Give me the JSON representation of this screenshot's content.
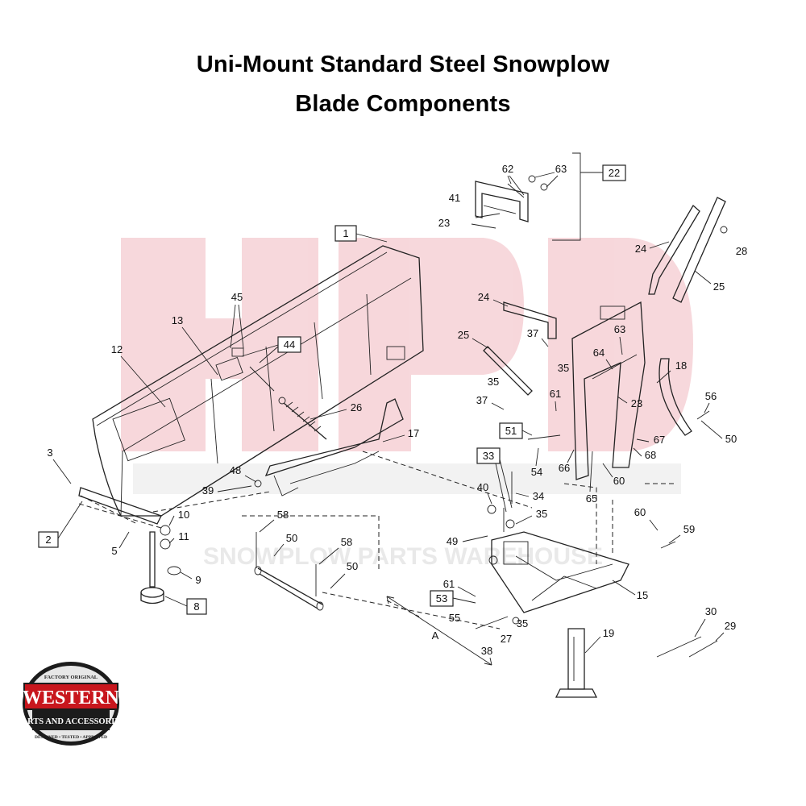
{
  "title": {
    "line1": "Uni-Mount Standard Steel Snowplow",
    "line2": "Blade Components"
  },
  "watermark": {
    "letters": "HPD",
    "subtitle": "SNOWPLOW PARTS WAREHOUSE"
  },
  "logo": {
    "top_arc": "FACTORY ORIGINAL",
    "brand": "WESTERN",
    "sub": "PARTS AND ACCESSORIES",
    "bottom_arc": "DESIGNED • TESTED • APPROVED"
  },
  "callouts": {
    "c1": "1",
    "c2": "2",
    "c3": "3",
    "c5": "5",
    "c8": "8",
    "c9": "9",
    "c10": "10",
    "c11": "11",
    "c12": "12",
    "c13": "13",
    "c15": "15",
    "c17": "17",
    "c18": "18",
    "c19": "19",
    "c22": "22",
    "c23a": "23",
    "c23b": "23",
    "c24a": "24",
    "c24b": "24",
    "c25a": "25",
    "c25b": "25",
    "c26": "26",
    "c27": "27",
    "c28": "28",
    "c29": "29",
    "c30": "30",
    "c33": "33",
    "c34": "34",
    "c35a": "35",
    "c35b": "35",
    "c35c": "35",
    "c35d": "35",
    "c37a": "37",
    "c37b": "37",
    "c38": "38",
    "c39": "39",
    "c40": "40",
    "c41": "41",
    "c44": "44",
    "c45": "45",
    "c48": "48",
    "c49": "49",
    "c50a": "50",
    "c50b": "50",
    "c50c": "50",
    "c51": "51",
    "c53": "53",
    "c54": "54",
    "c55": "55",
    "c56": "56",
    "c58a": "58",
    "c58b": "58",
    "c59": "59",
    "c60a": "60",
    "c60b": "60",
    "c61a": "61",
    "c61b": "61",
    "c62": "62",
    "c63a": "63",
    "c63b": "63",
    "c64": "64",
    "c65": "65",
    "c66": "66",
    "c67": "67",
    "c68": "68",
    "cA": "A"
  }
}
